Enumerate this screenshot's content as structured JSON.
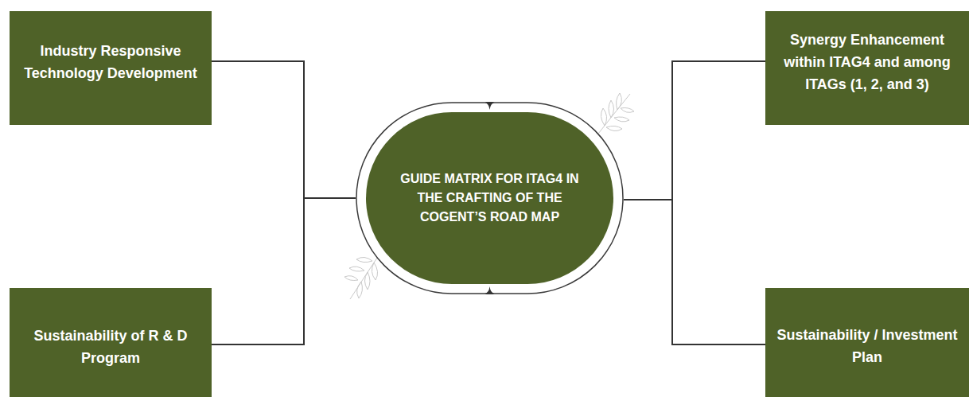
{
  "diagram": {
    "nodes": [
      {
        "text": [
          "Industry Responsive Technology Development"
        ]
      },
      {
        "text": [
          "Synergy Enhancement within ITAG4 and among ITAGs (1, 2, and 3)"
        ]
      },
      {
        "text": [
          "GUIDE MATRIX FOR ITAG4 IN THE CRAFTING OF THE COGENT’S ROAD MAP"
        ]
      },
      {
        "text": [
          "Sustainability of R & D Program"
        ]
      },
      {
        "text": [
          "Sustainability / Investment Plan"
        ]
      }
    ],
    "edges": [
      {
        "from": 2,
        "to": 0,
        "arrow": "none"
      },
      {
        "from": 2,
        "to": 3,
        "arrow": "none"
      },
      {
        "from": 2,
        "to": 1,
        "arrow": "none"
      },
      {
        "from": 2,
        "to": 4,
        "arrow": "none"
      }
    ]
  }
}
